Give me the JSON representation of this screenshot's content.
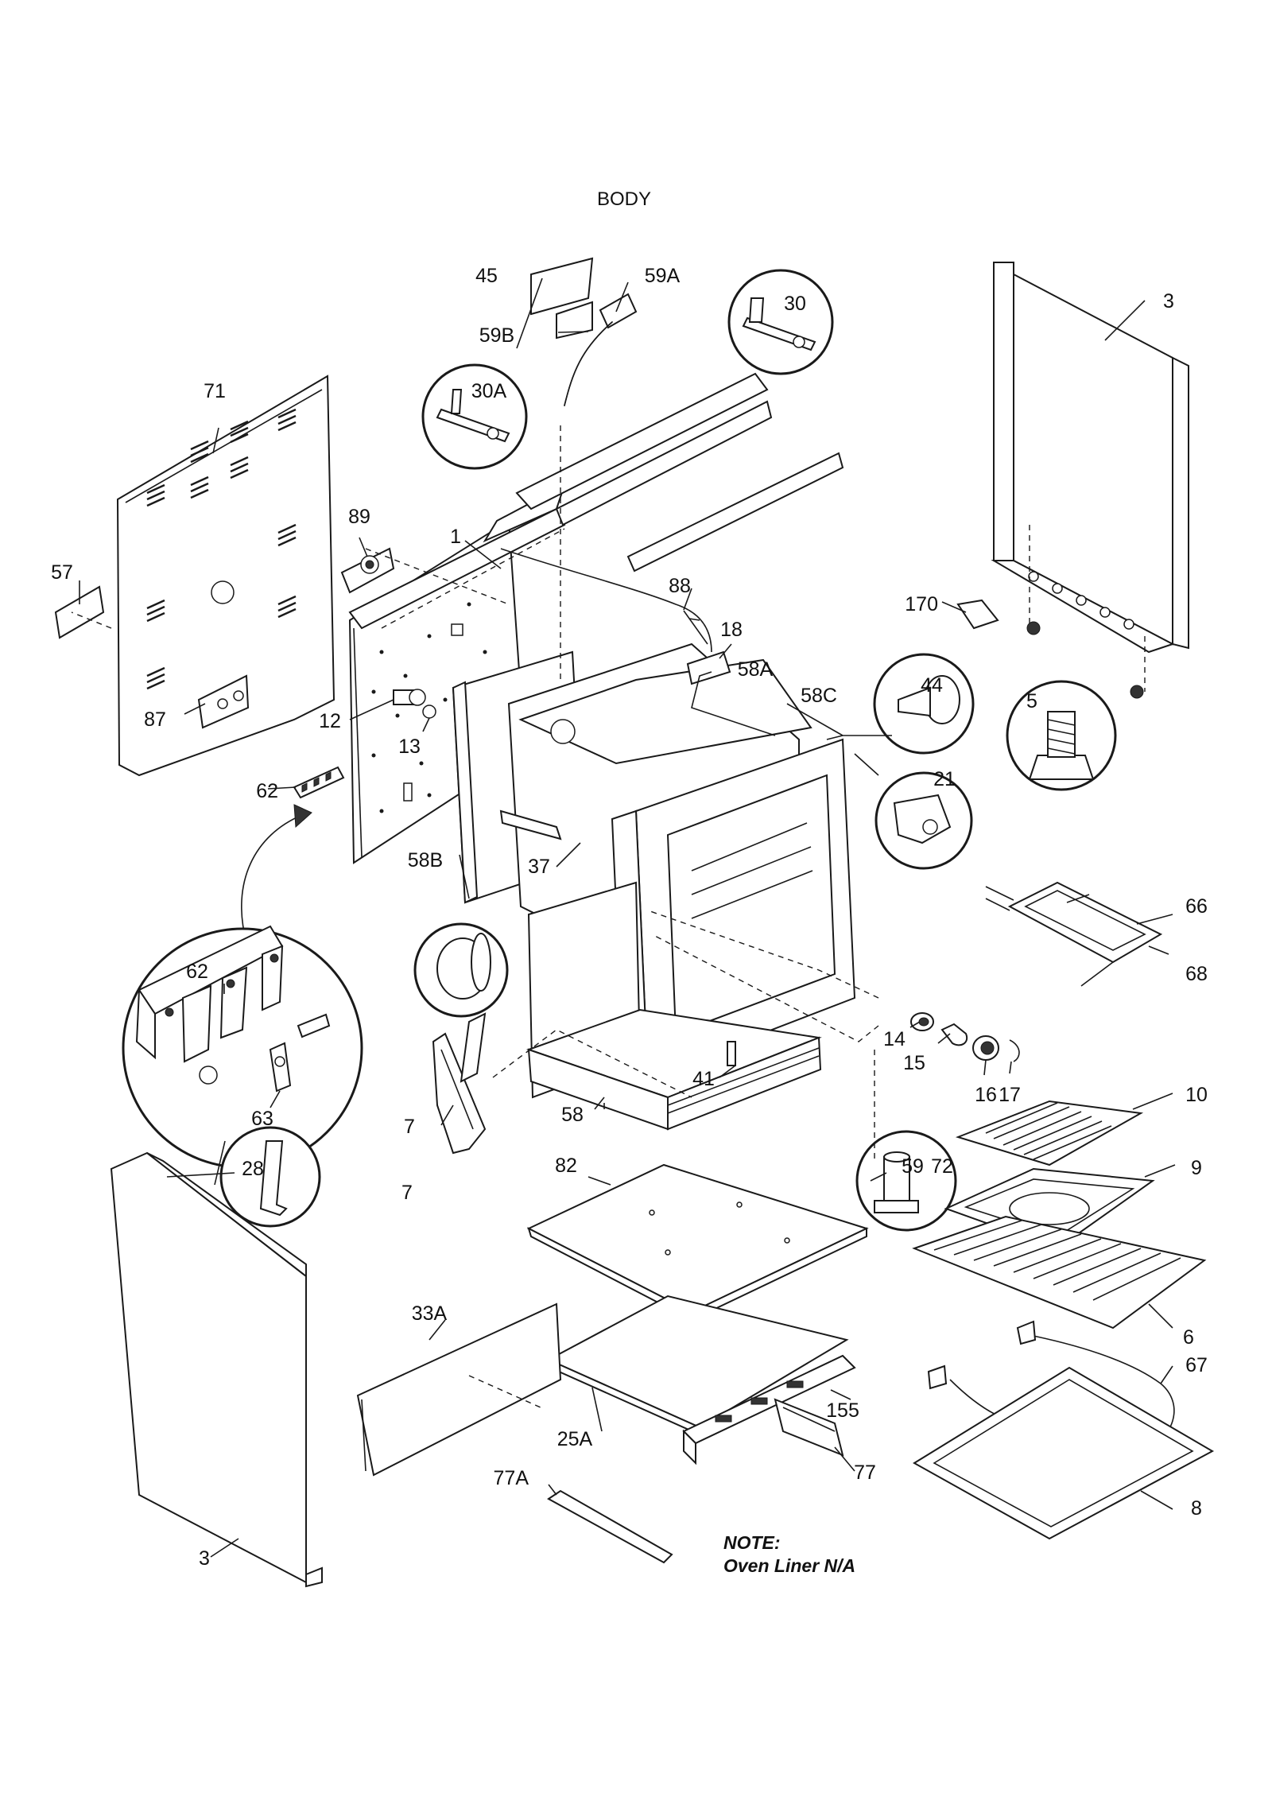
{
  "title": "BODY",
  "note": {
    "line1": "NOTE:",
    "line2": "Oven Liner N/A"
  },
  "part_labels": [
    "1",
    "3",
    "3",
    "5",
    "6",
    "7",
    "7",
    "8",
    "9",
    "10",
    "12",
    "13",
    "14",
    "15",
    "16",
    "17",
    "18",
    "21",
    "25A",
    "28",
    "30",
    "30A",
    "33A",
    "37",
    "41",
    "44",
    "45",
    "57",
    "58",
    "58A",
    "58B",
    "58C",
    "59",
    "59A",
    "59B",
    "62",
    "62",
    "63",
    "66",
    "67",
    "68",
    "71",
    "72",
    "77",
    "77A",
    "82",
    "87",
    "88",
    "89",
    "155",
    "170"
  ]
}
